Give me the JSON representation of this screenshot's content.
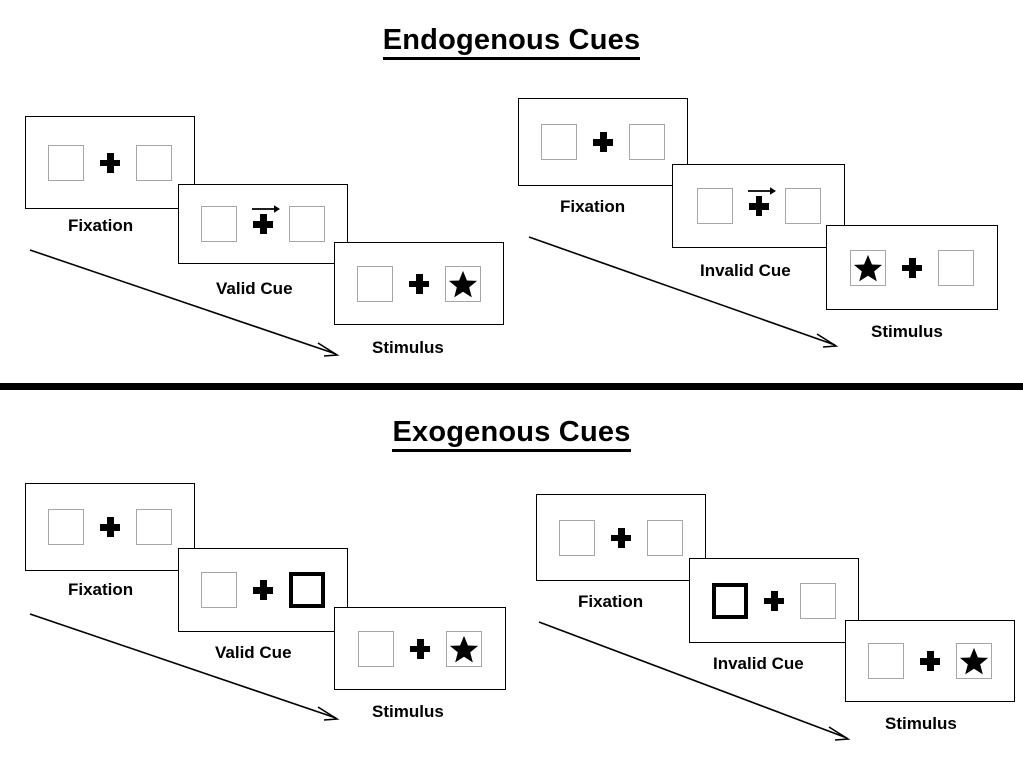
{
  "sections": [
    {
      "id": "endogenous",
      "title": "Endogenous Cues",
      "columns": [
        {
          "id": "endogenous-valid",
          "panels": [
            {
              "id": "fixation",
              "caption": "Fixation",
              "left_content": "empty",
              "right_content": "empty",
              "cue": "none",
              "cue_direction": "",
              "left_highlight": false,
              "right_highlight": false
            },
            {
              "id": "valid-cue",
              "caption": "Valid Cue",
              "left_content": "empty",
              "right_content": "empty",
              "cue": "arrow",
              "cue_direction": "right",
              "left_highlight": false,
              "right_highlight": false
            },
            {
              "id": "stimulus",
              "caption": "Stimulus",
              "left_content": "empty",
              "right_content": "star",
              "cue": "none",
              "cue_direction": "",
              "left_highlight": false,
              "right_highlight": false
            }
          ]
        },
        {
          "id": "endogenous-invalid",
          "panels": [
            {
              "id": "fixation",
              "caption": "Fixation",
              "left_content": "empty",
              "right_content": "empty",
              "cue": "none",
              "cue_direction": "",
              "left_highlight": false,
              "right_highlight": false
            },
            {
              "id": "invalid-cue",
              "caption": "Invalid Cue",
              "left_content": "empty",
              "right_content": "empty",
              "cue": "arrow",
              "cue_direction": "right",
              "left_highlight": false,
              "right_highlight": false
            },
            {
              "id": "stimulus",
              "caption": "Stimulus",
              "left_content": "star",
              "right_content": "empty",
              "cue": "none",
              "cue_direction": "",
              "left_highlight": false,
              "right_highlight": false
            }
          ]
        }
      ]
    },
    {
      "id": "exogenous",
      "title": "Exogenous Cues",
      "columns": [
        {
          "id": "exogenous-valid",
          "panels": [
            {
              "id": "fixation",
              "caption": "Fixation",
              "left_content": "empty",
              "right_content": "empty",
              "cue": "none",
              "cue_direction": "",
              "left_highlight": false,
              "right_highlight": false
            },
            {
              "id": "valid-cue",
              "caption": "Valid Cue",
              "left_content": "empty",
              "right_content": "empty",
              "cue": "box-flash",
              "cue_direction": "right",
              "left_highlight": false,
              "right_highlight": true
            },
            {
              "id": "stimulus",
              "caption": "Stimulus",
              "left_content": "empty",
              "right_content": "star",
              "cue": "none",
              "cue_direction": "",
              "left_highlight": false,
              "right_highlight": false
            }
          ]
        },
        {
          "id": "exogenous-invalid",
          "panels": [
            {
              "id": "fixation",
              "caption": "Fixation",
              "left_content": "empty",
              "right_content": "empty",
              "cue": "none",
              "cue_direction": "",
              "left_highlight": false,
              "right_highlight": false
            },
            {
              "id": "invalid-cue",
              "caption": "Invalid Cue",
              "left_content": "empty",
              "right_content": "empty",
              "cue": "box-flash",
              "cue_direction": "left",
              "left_highlight": true,
              "right_highlight": false
            },
            {
              "id": "stimulus",
              "caption": "Stimulus",
              "left_content": "empty",
              "right_content": "star",
              "cue": "none",
              "cue_direction": "",
              "left_highlight": false,
              "right_highlight": false
            }
          ]
        }
      ]
    }
  ],
  "colors": {
    "background": "#ffffff",
    "ink": "#000000",
    "box_outline": "#a6a6a6",
    "highlight_outline": "#000000",
    "panel_outline": "#000000"
  },
  "icons": {
    "fixation_cross": "plus-cross-icon",
    "target": "star-icon",
    "endogenous_cue": "right-arrow-icon",
    "time": "time-arrow-icon"
  }
}
